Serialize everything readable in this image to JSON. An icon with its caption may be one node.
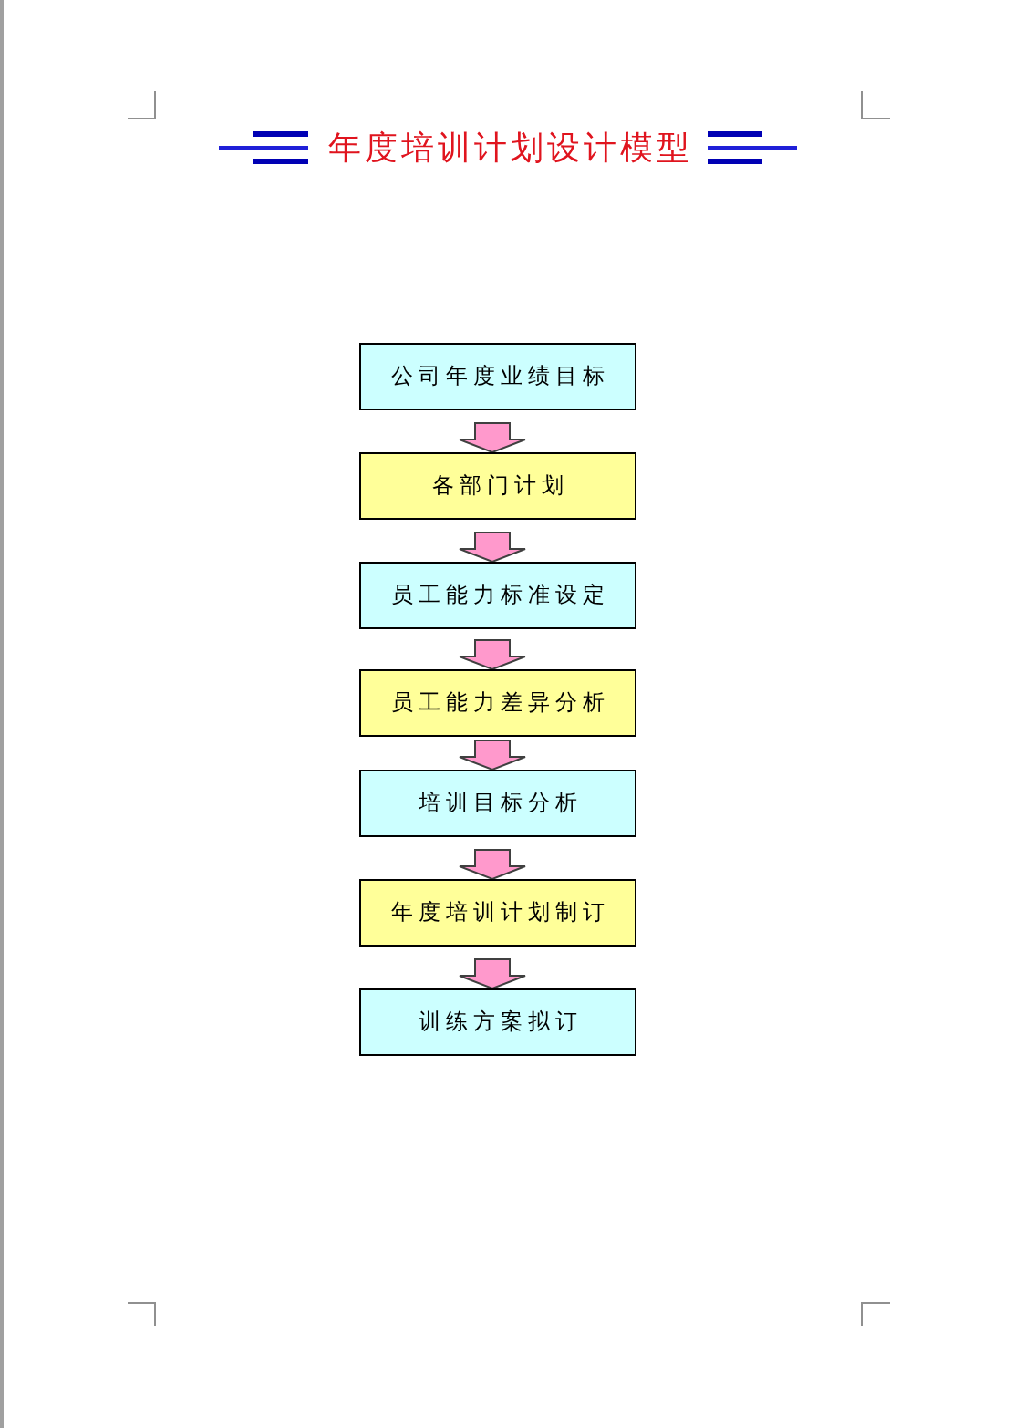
{
  "diagram": {
    "title": "年度培训计划设计模型",
    "nodes": [
      {
        "text": [
          "公司年度业绩目标"
        ]
      },
      {
        "text": [
          "各部门计划"
        ]
      },
      {
        "text": [
          "员工能力标准设定"
        ]
      },
      {
        "text": [
          "员工能力差异分析"
        ]
      },
      {
        "text": [
          "培训目标分析"
        ]
      },
      {
        "text": [
          "年度培训计划制订"
        ]
      },
      {
        "text": [
          "训练方案拟订"
        ]
      }
    ],
    "edges": [
      {
        "from": 0,
        "to": 1,
        "arrow": "to"
      },
      {
        "from": 1,
        "to": 2,
        "arrow": "to"
      },
      {
        "from": 2,
        "to": 3,
        "arrow": "to"
      },
      {
        "from": 3,
        "to": 4,
        "arrow": "to"
      },
      {
        "from": 4,
        "to": 5,
        "arrow": "to"
      },
      {
        "from": 5,
        "to": 6,
        "arrow": "to"
      }
    ]
  }
}
